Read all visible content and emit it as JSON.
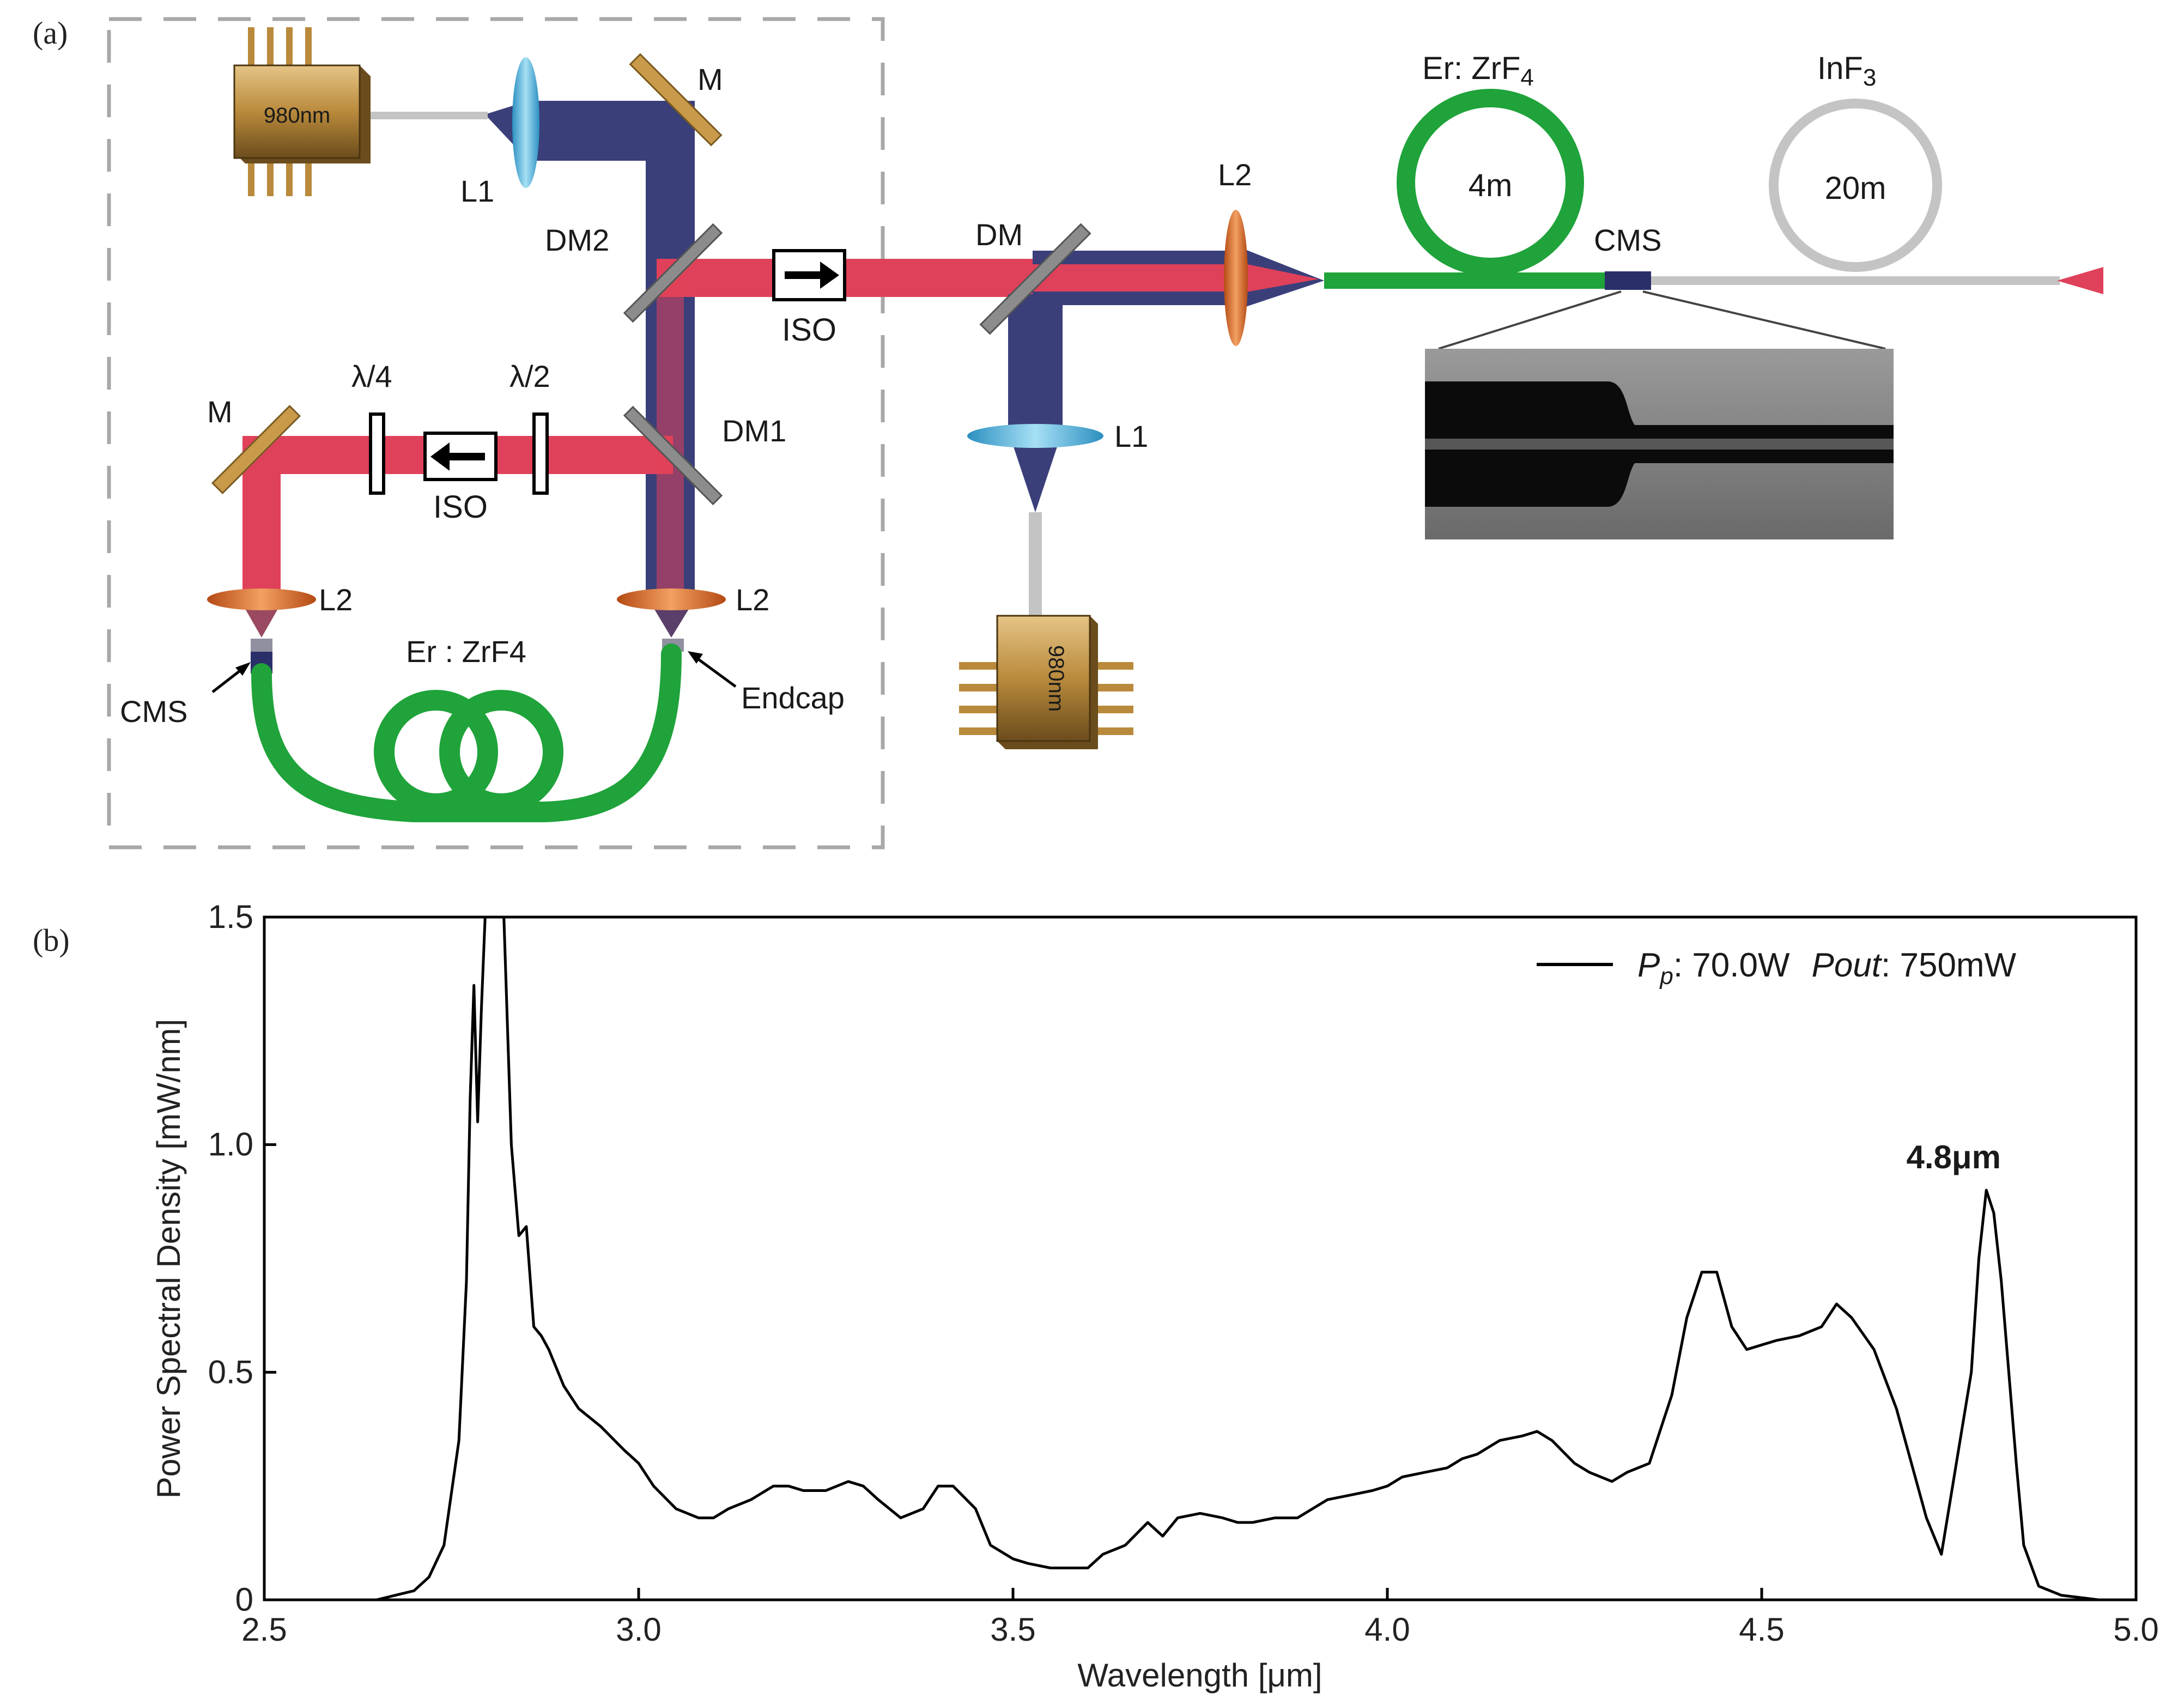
{
  "figure": {
    "panel_a": {
      "tag": "(a)",
      "labels": {
        "pump_left": "980nm",
        "pump_bottom": "980nm",
        "l1_top": "L1",
        "m_top": "M",
        "dm2": "DM2",
        "dm1": "DM1",
        "iso_top": "ISO",
        "iso_left": "ISO",
        "dm": "DM",
        "l2_right": "L2",
        "l1_right": "L1",
        "m_left": "M",
        "lambda4": "λ/4",
        "lambda2": "λ/2",
        "l2_left": "L2",
        "l2_mid": "L2",
        "cms_left": "CMS",
        "endcap": "Endcap",
        "fiber_left": "Er : ZrF4",
        "fiber_right_prefix": "Er: ZrF",
        "fiber_right_sub": "4",
        "length_4m": "4m",
        "cms_right": "CMS",
        "inf3_prefix": "InF",
        "inf3_sub": "3",
        "length_20m": "20m"
      },
      "colors": {
        "red_beam": "#e0415a",
        "blue_beam": "#3a3f7a",
        "fiber_green": "#1fa33a",
        "fiber_gray": "#c4c4c4",
        "mirror": "#c89a4a",
        "dichroic": "#8c8c8c",
        "lens_blue": "#5ab8e0",
        "lens_orange": "#e0672b",
        "pump_gold": "#b98a3c"
      }
    },
    "panel_b": {
      "tag": "(b)",
      "legend_pp_italic": "P",
      "legend_pp_sub": "p",
      "legend_pp_value": ": 70.0W",
      "legend_pout_italic": "Pout",
      "legend_pout_value": ": 750mW",
      "annotation": "4.8μm"
    }
  },
  "chart_data": {
    "type": "line",
    "title": "",
    "xlabel": "Wavelength [μm]",
    "ylabel": "Power Spectral Density [mW/nm]",
    "xlim": [
      2.5,
      5.0
    ],
    "ylim": [
      0,
      1.5
    ],
    "xticks": [
      "2.5",
      "3.0",
      "3.5",
      "4.0",
      "4.5",
      "5.0"
    ],
    "yticks": [
      "0",
      "0.5",
      "1.0",
      "1.5"
    ],
    "grid": false,
    "legend_position": "top-right",
    "series": [
      {
        "name": "Pp: 70.0W  Pout: 750mW",
        "color": "#000000",
        "x": [
          2.5,
          2.6,
          2.65,
          2.7,
          2.72,
          2.74,
          2.76,
          2.77,
          2.775,
          2.78,
          2.785,
          2.79,
          2.795,
          2.8,
          2.805,
          2.81,
          2.815,
          2.82,
          2.83,
          2.84,
          2.85,
          2.86,
          2.87,
          2.88,
          2.9,
          2.92,
          2.95,
          2.98,
          3.0,
          3.02,
          3.05,
          3.08,
          3.1,
          3.12,
          3.15,
          3.18,
          3.2,
          3.22,
          3.25,
          3.28,
          3.3,
          3.32,
          3.35,
          3.38,
          3.4,
          3.42,
          3.45,
          3.47,
          3.5,
          3.52,
          3.55,
          3.58,
          3.6,
          3.62,
          3.65,
          3.68,
          3.7,
          3.72,
          3.75,
          3.78,
          3.8,
          3.82,
          3.85,
          3.88,
          3.9,
          3.92,
          3.95,
          3.98,
          4.0,
          4.02,
          4.05,
          4.08,
          4.1,
          4.12,
          4.15,
          4.18,
          4.2,
          4.22,
          4.25,
          4.27,
          4.3,
          4.32,
          4.35,
          4.38,
          4.4,
          4.42,
          4.44,
          4.46,
          4.48,
          4.5,
          4.52,
          4.55,
          4.58,
          4.6,
          4.62,
          4.65,
          4.68,
          4.7,
          4.72,
          4.74,
          4.76,
          4.78,
          4.79,
          4.8,
          4.81,
          4.82,
          4.84,
          4.85,
          4.87,
          4.9,
          4.95,
          5.0
        ],
        "y": [
          0.0,
          0.0,
          0.0,
          0.02,
          0.05,
          0.12,
          0.35,
          0.7,
          1.1,
          1.35,
          1.05,
          1.3,
          1.5,
          1.5,
          1.5,
          1.5,
          1.5,
          1.5,
          1.0,
          0.8,
          0.82,
          0.6,
          0.58,
          0.55,
          0.47,
          0.42,
          0.38,
          0.33,
          0.3,
          0.25,
          0.2,
          0.18,
          0.18,
          0.2,
          0.22,
          0.25,
          0.25,
          0.24,
          0.24,
          0.26,
          0.25,
          0.22,
          0.18,
          0.2,
          0.25,
          0.25,
          0.2,
          0.12,
          0.09,
          0.08,
          0.07,
          0.07,
          0.07,
          0.1,
          0.12,
          0.17,
          0.14,
          0.18,
          0.19,
          0.18,
          0.17,
          0.17,
          0.18,
          0.18,
          0.2,
          0.22,
          0.23,
          0.24,
          0.25,
          0.27,
          0.28,
          0.29,
          0.31,
          0.32,
          0.35,
          0.36,
          0.37,
          0.35,
          0.3,
          0.28,
          0.26,
          0.28,
          0.3,
          0.45,
          0.62,
          0.72,
          0.72,
          0.6,
          0.55,
          0.56,
          0.57,
          0.58,
          0.6,
          0.65,
          0.62,
          0.55,
          0.42,
          0.3,
          0.18,
          0.1,
          0.3,
          0.5,
          0.75,
          0.9,
          0.85,
          0.7,
          0.3,
          0.12,
          0.03,
          0.01,
          0.0,
          0.0
        ]
      }
    ],
    "annotations": [
      {
        "text": "4.8μm",
        "x": 4.8,
        "y": 0.9
      }
    ]
  }
}
